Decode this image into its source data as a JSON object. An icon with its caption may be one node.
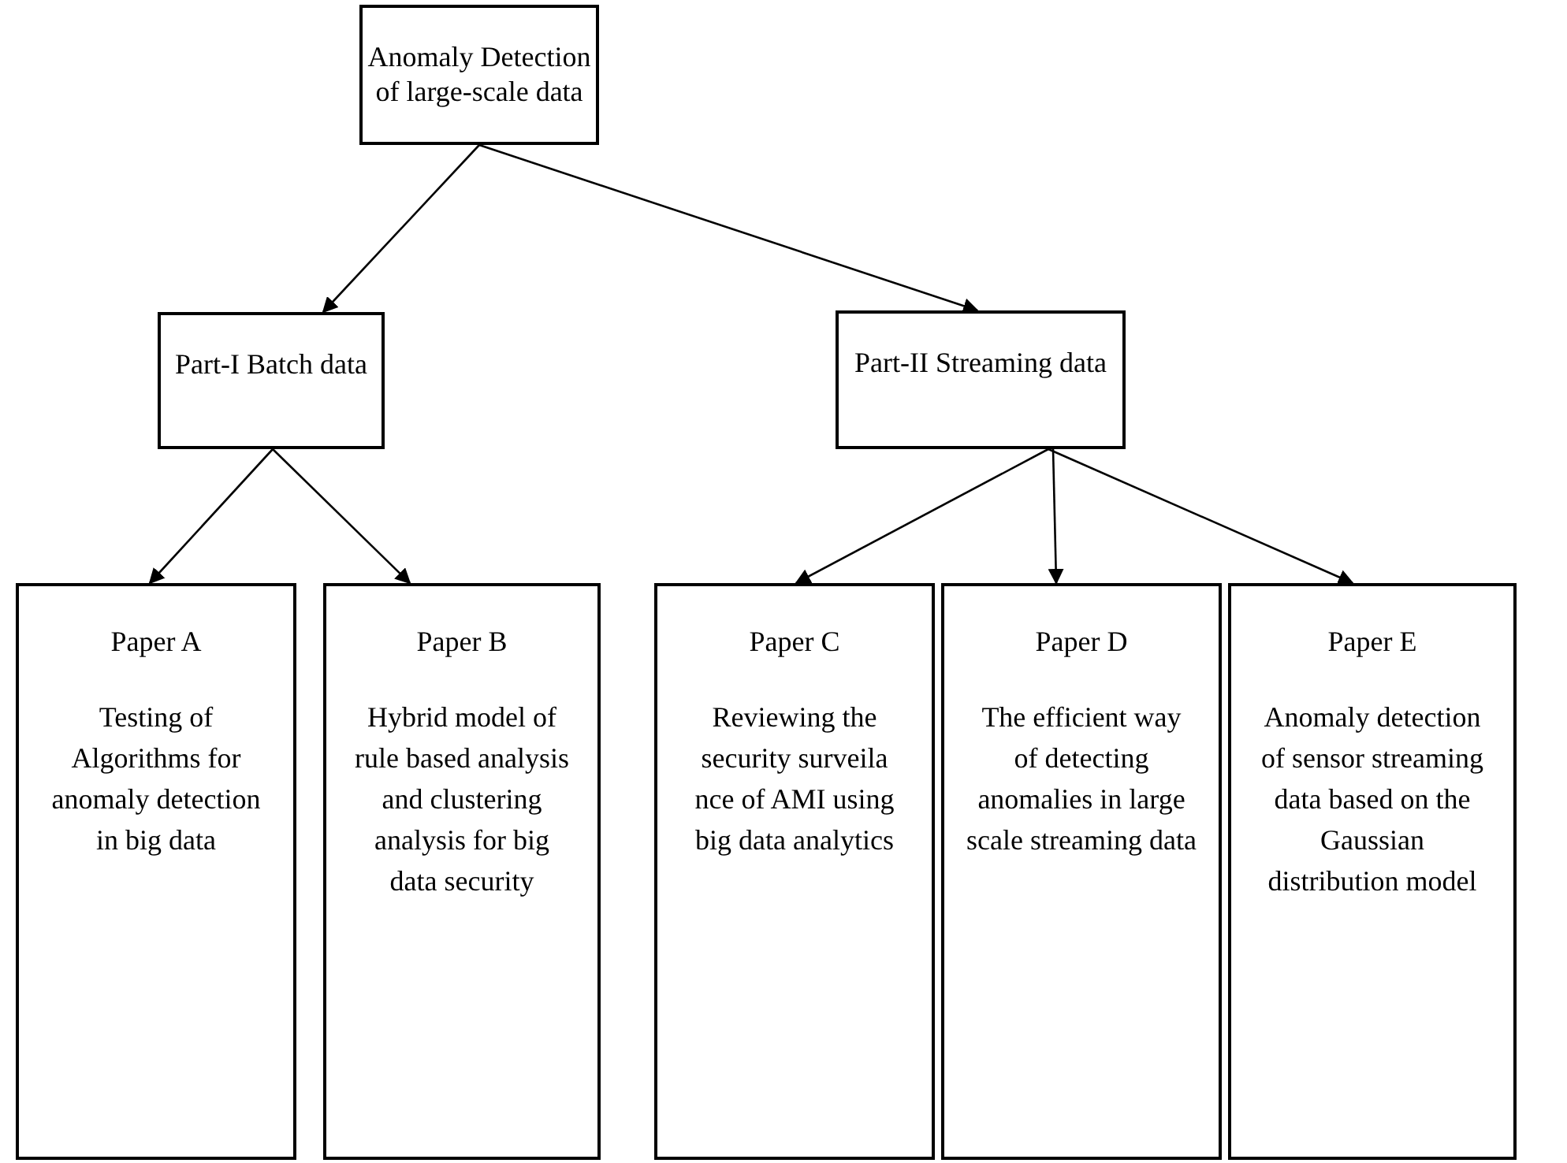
{
  "diagram": {
    "nodes": [
      {
        "text": [
          "Anomaly Detection of large-scale data"
        ]
      },
      {
        "text": [
          "Part-I Batch data"
        ]
      },
      {
        "text": [
          "Part-II Streaming data"
        ]
      },
      {
        "text": [
          "Paper A",
          "Testing of Algorithms for anomaly detection in big data"
        ]
      },
      {
        "text": [
          "Paper B",
          "Hybrid model of rule based analysis and clustering analysis for big data security"
        ]
      },
      {
        "text": [
          "Paper C",
          "Reviewing the security surveila nce of AMI using big data analytics"
        ]
      },
      {
        "text": [
          "Paper D",
          "The efficient way of detecting anomalies in large scale streaming data"
        ]
      },
      {
        "text": [
          "Paper E",
          "Anomaly detection of sensor streaming data based on the Gaussian distribution model"
        ]
      }
    ],
    "edges": [
      {
        "from": 0,
        "to": 1,
        "arrow": "to"
      },
      {
        "from": 0,
        "to": 2,
        "arrow": "to"
      },
      {
        "from": 1,
        "to": 3,
        "arrow": "to"
      },
      {
        "from": 1,
        "to": 4,
        "arrow": "to"
      },
      {
        "from": 2,
        "to": 5,
        "arrow": "to"
      },
      {
        "from": 2,
        "to": 6,
        "arrow": "to"
      },
      {
        "from": 2,
        "to": 7,
        "arrow": "to"
      }
    ]
  }
}
